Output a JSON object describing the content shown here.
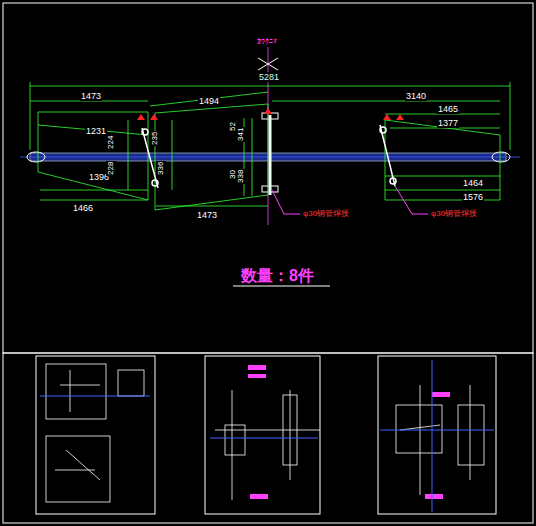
{
  "diagram": {
    "labels": [
      "ｶﾜｸﾆﾏ",
      "5281",
      "1473",
      "1494",
      "3140",
      "1465",
      "1377",
      "1231",
      "224",
      "235",
      "52",
      "341",
      "1396",
      "228",
      "336",
      "30",
      "338",
      "1466",
      "1473",
      "1464",
      "1576",
      "φ30钢管焊接",
      "φ30钢管焊接",
      "数量：8件"
    ]
  }
}
